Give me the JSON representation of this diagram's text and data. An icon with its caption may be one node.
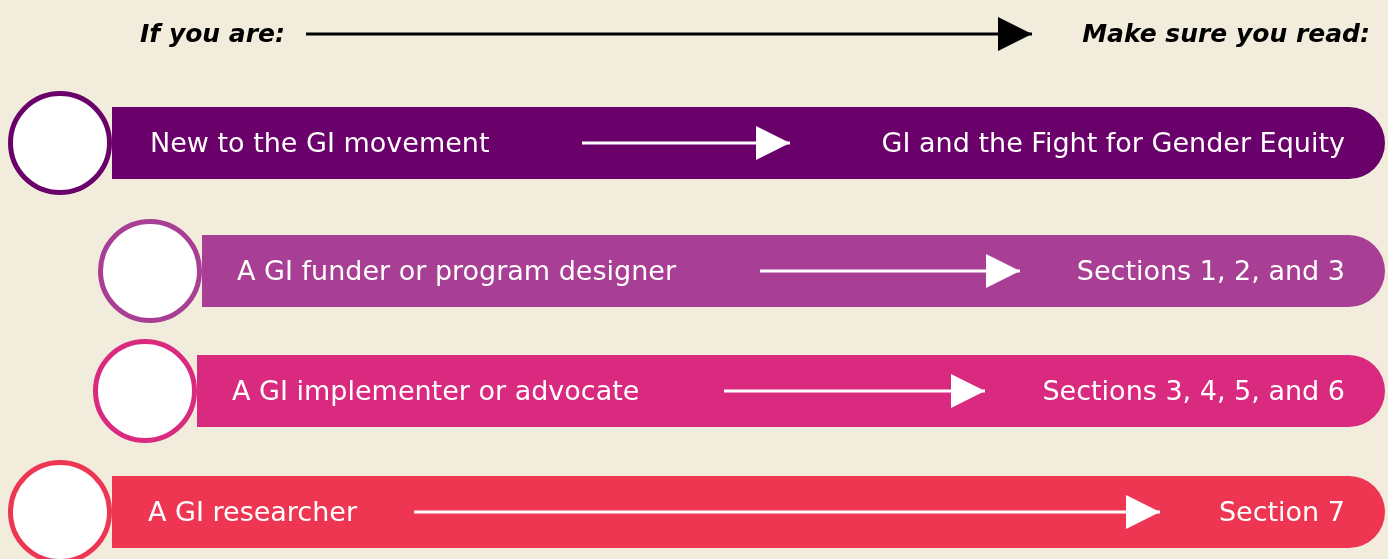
{
  "diagram": {
    "nodes": [
      {
        "text": [
          "If you are:"
        ]
      },
      {
        "text": [
          "Make sure you read:"
        ]
      },
      {
        "text": [],
        "shape": "circle"
      },
      {
        "text": [],
        "shape": "bar"
      },
      {
        "text": [
          "New to the GI movement"
        ],
        "in": 3
      },
      {
        "text": [
          "GI and the Fight for Gender Equity"
        ],
        "in": 3
      },
      {
        "text": [],
        "shape": "circle"
      },
      {
        "text": [],
        "shape": "bar"
      },
      {
        "text": [
          "A GI funder or program designer"
        ],
        "in": 7
      },
      {
        "text": [
          "Sections 1, 2, and 3"
        ],
        "in": 7
      },
      {
        "text": [],
        "shape": "circle"
      },
      {
        "text": [],
        "shape": "bar"
      },
      {
        "text": [
          "A GI implementer or advocate"
        ],
        "in": 11
      },
      {
        "text": [
          "Sections 3, 4, 5, and 6"
        ],
        "in": 11
      },
      {
        "text": [],
        "shape": "circle"
      },
      {
        "text": [],
        "shape": "bar"
      },
      {
        "text": [
          "A GI researcher"
        ],
        "in": 15
      },
      {
        "text": [
          "Section 7"
        ],
        "in": 15
      }
    ],
    "edges": [
      {
        "from": 0,
        "to": 1,
        "arrow": "to",
        "color": "#000000"
      },
      {
        "from": 4,
        "to": 5,
        "arrow": "to"
      },
      {
        "from": 8,
        "to": 9,
        "arrow": "to"
      },
      {
        "from": 12,
        "to": 13,
        "arrow": "to"
      },
      {
        "from": 16,
        "to": 17,
        "arrow": "to"
      }
    ]
  }
}
